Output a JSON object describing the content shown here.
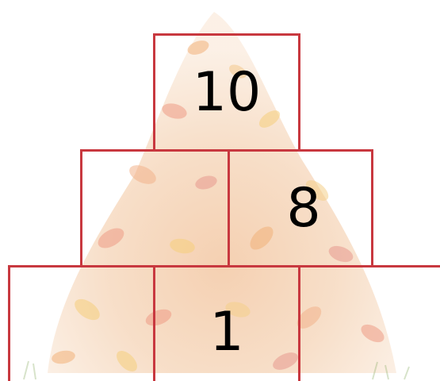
{
  "puzzle": {
    "rows": [
      {
        "cells": [
          "10"
        ]
      },
      {
        "cells": [
          "",
          "8"
        ]
      },
      {
        "cells": [
          "",
          "1",
          ""
        ]
      }
    ]
  },
  "colors": {
    "cell_border": "#c8383f",
    "number": "#000000"
  },
  "background_icon": "autumn-leaf-pile-icon"
}
